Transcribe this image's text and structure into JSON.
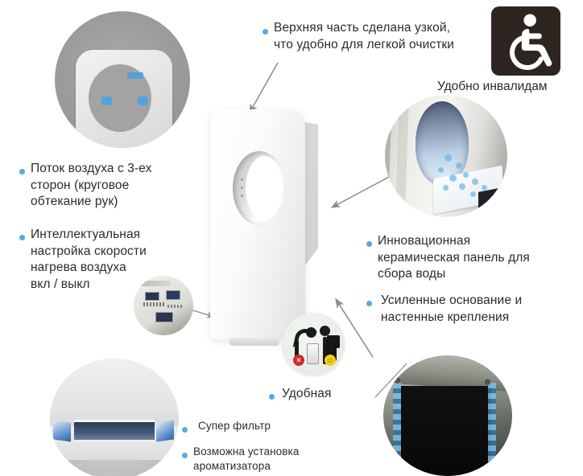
{
  "page": {
    "title": "Обзор характеристик сушилки для рук",
    "background": "#ffffff",
    "bullet_color": "#5ba9dd",
    "text_color": "#2b2b2b",
    "arrow_color": "#8c8c8c"
  },
  "callouts": [
    {
      "id": "top-narrow",
      "text": "Верхняя часть сделана узкой,\nчто удобно для легкой очистки",
      "bulleted": true
    },
    {
      "id": "air-three-sides",
      "text": "Поток воздуха с 3-ех\nсторон (круговое\nобтекание рук)",
      "bulleted": true
    },
    {
      "id": "smart-heat",
      "text": "Интеллектуальная\nнастройка скорости\nнагрева воздуха\nвкл / выкл",
      "bulleted": true
    },
    {
      "id": "ceramic-panel",
      "text": "Инновационная\nкерамическая панель для\nсбора воды",
      "bulleted": true
    },
    {
      "id": "reinforced-base",
      "text": "Усиленные основание и\nнастенные крепления",
      "bulleted": true
    },
    {
      "id": "convenient",
      "text": "Удобная",
      "bulleted": true
    },
    {
      "id": "super-filter",
      "text": "Супер фильтр",
      "bulleted": true
    },
    {
      "id": "aroma",
      "text": "Возможна установка\nароматизатора",
      "bulleted": true
    }
  ],
  "labels": {
    "accessible": "Удобно инвалидам"
  },
  "icons": {
    "wheelchair": "wheelchair-accessibility-icon",
    "badge_bad": "✕",
    "badge_good": "☺"
  },
  "insets": {
    "airflow": "air-outlet-front-view",
    "ceramic": "ceramic-water-collection-panel",
    "filter": "super-filter-slot",
    "bracket": "wall-mount-bracket",
    "control": "control-panel-display"
  }
}
